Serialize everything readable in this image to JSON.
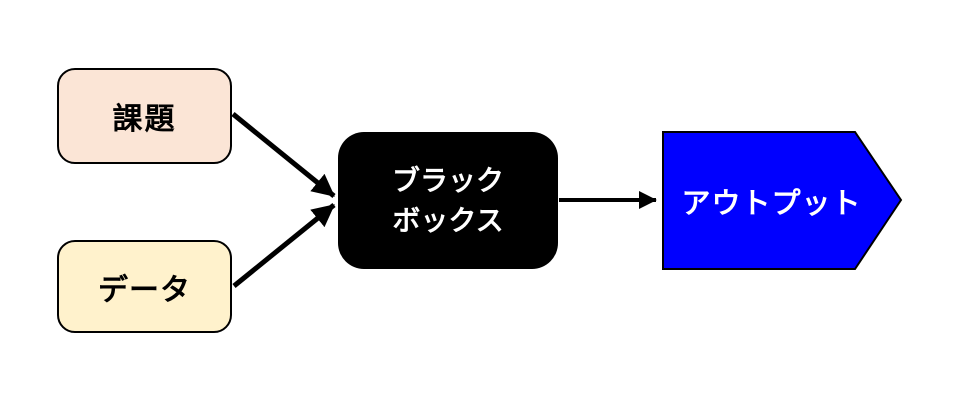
{
  "diagram": {
    "nodes": {
      "task": {
        "label": "課題",
        "fill": "#FBE5D6"
      },
      "data": {
        "label": "データ",
        "fill": "#FFF2CC"
      },
      "blackbox": {
        "label_line1": "ブラック",
        "label_line2": "ボックス",
        "fill": "#000000",
        "text_color": "#FFFFFF"
      },
      "output": {
        "label": "アウトプット",
        "fill": "#0000FF",
        "text_color": "#FFFFFF",
        "shape": "right-pointing-pentagon"
      }
    },
    "edges": [
      {
        "from": "task",
        "to": "blackbox",
        "style": "arrow"
      },
      {
        "from": "data",
        "to": "blackbox",
        "style": "arrow"
      },
      {
        "from": "blackbox",
        "to": "output",
        "style": "arrow"
      }
    ],
    "colors": {
      "border": "#000000",
      "arrow": "#000000",
      "background": "#FFFFFF"
    }
  }
}
